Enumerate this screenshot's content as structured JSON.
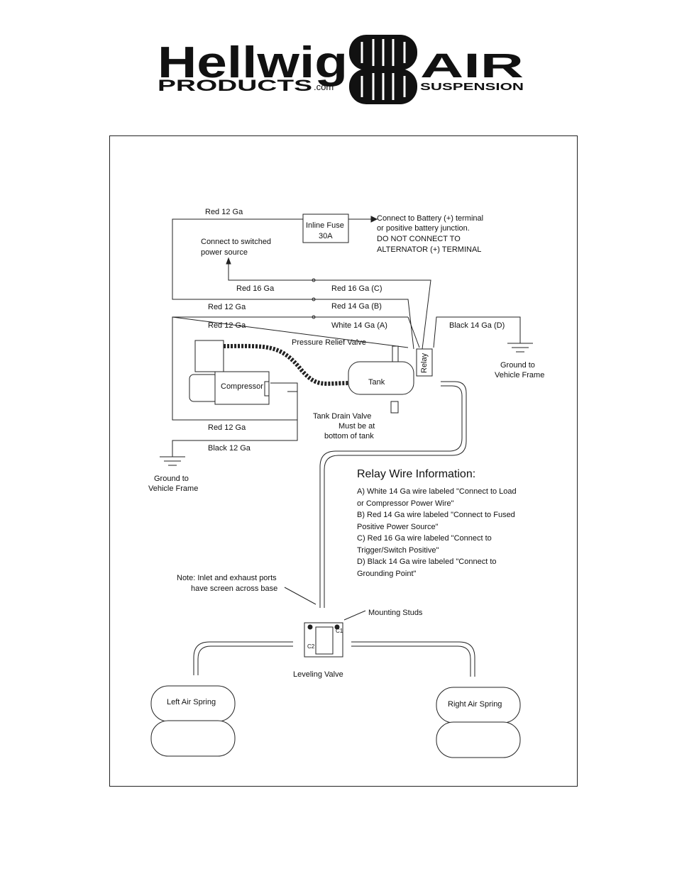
{
  "logo": {
    "brand": "Hellwig",
    "products": "PRODUCTS",
    "domain": ".com",
    "air": "AIR",
    "suspension": "SUSPENSION"
  },
  "diagram": {
    "fuse": {
      "line1": "Inline Fuse",
      "line2": "30A"
    },
    "battery_note": [
      "Connect to Battery (+) terminal",
      "or positive battery junction.",
      "DO NOT CONNECT TO",
      "ALTERNATOR (+) TERMINAL"
    ],
    "switched_note": [
      "Connect to switched",
      "power source"
    ],
    "wires": {
      "red12_top": "Red 12 Ga",
      "red16": "Red 16 Ga",
      "red16_c": "Red 16 Ga (C)",
      "red12_mid": "Red 12 Ga",
      "red14_b": "Red 14 Ga (B)",
      "red12_upper_box": "Red 12 Ga",
      "white14_a": "White 14 Ga (A)",
      "black14_d": "Black 14 Ga (D)",
      "red12_bottom": "Red 12 Ga",
      "black12_bottom": "Black 12 Ga"
    },
    "components": {
      "pressure_relief": "Pressure Relief Valve",
      "compressor": "Compressor",
      "tank": "Tank",
      "relay": "Relay",
      "tank_drain": [
        "Tank Drain Valve",
        "Must be at",
        "bottom of tank"
      ],
      "ground_right": [
        "Ground to",
        "Vehicle Frame"
      ],
      "ground_left": [
        "Ground to",
        "Vehicle Frame"
      ],
      "leveling_valve": "Leveling Valve",
      "mounting_studs": "Mounting Studs",
      "port_note": [
        "Note: Inlet and exhaust ports",
        "have screen across base"
      ],
      "left_spring": "Left Air Spring",
      "right_spring": "Right Air Spring",
      "port_c1": "C1",
      "port_c2": "C2"
    },
    "relay_info": {
      "title": "Relay Wire Information:",
      "lines": [
        "A) White 14 Ga wire labeled \"Connect to Load",
        "or Compressor Power Wire\"",
        "B) Red 14 Ga wire labeled \"Connect to Fused",
        "Positive Power Source\"",
        "C) Red 16 Ga wire labeled \"Connect to",
        "Trigger/Switch Positive\"",
        "D) Black 14 Ga wire labeled \"Connect to",
        "Grounding Point\""
      ]
    }
  }
}
